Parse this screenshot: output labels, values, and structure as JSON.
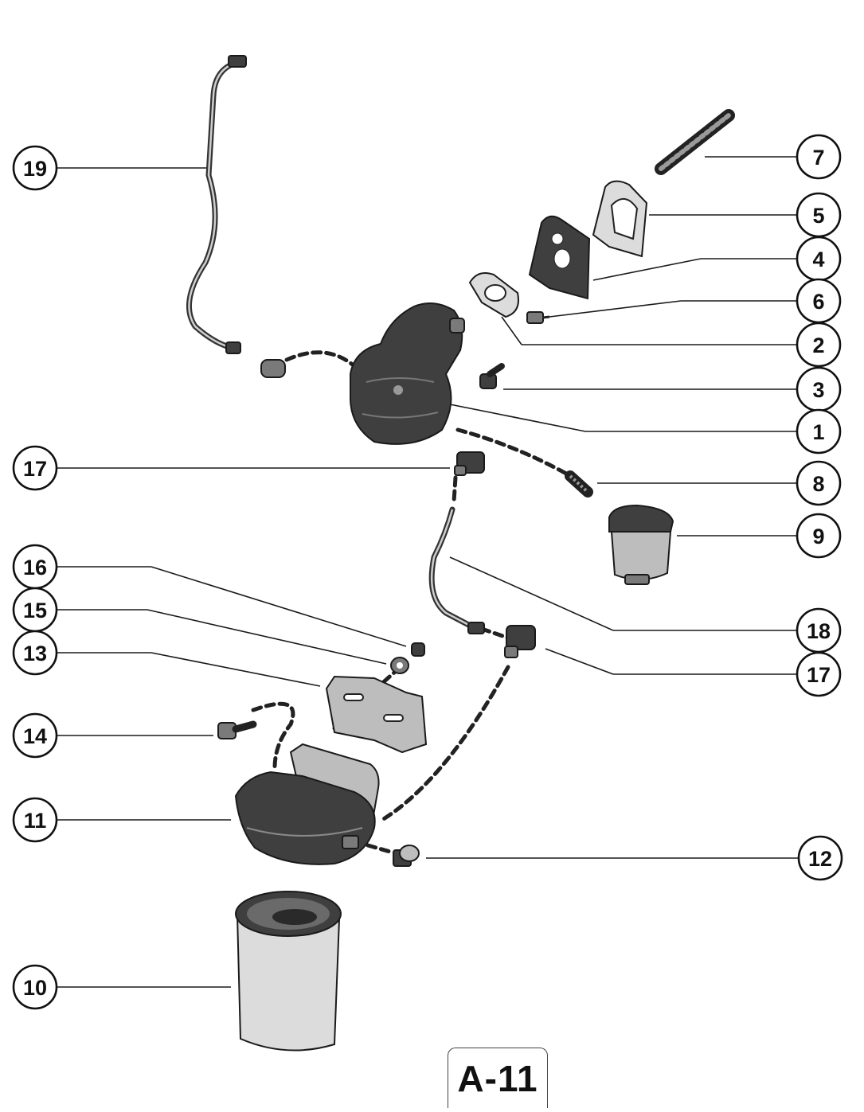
{
  "figure_label": "A-11",
  "callouts": [
    {
      "id": "c1",
      "number": "1"
    },
    {
      "id": "c2",
      "number": "2"
    },
    {
      "id": "c3",
      "number": "3"
    },
    {
      "id": "c4",
      "number": "4"
    },
    {
      "id": "c5",
      "number": "5"
    },
    {
      "id": "c6",
      "number": "6"
    },
    {
      "id": "c7",
      "number": "7"
    },
    {
      "id": "c8",
      "number": "8"
    },
    {
      "id": "c9",
      "number": "9"
    },
    {
      "id": "c10",
      "number": "10"
    },
    {
      "id": "c11",
      "number": "11"
    },
    {
      "id": "c12",
      "number": "12"
    },
    {
      "id": "c13",
      "number": "13"
    },
    {
      "id": "c14",
      "number": "14"
    },
    {
      "id": "c15",
      "number": "15"
    },
    {
      "id": "c16",
      "number": "16"
    },
    {
      "id": "c17a",
      "number": "17"
    },
    {
      "id": "c17b",
      "number": "17"
    },
    {
      "id": "c18",
      "number": "18"
    },
    {
      "id": "c19",
      "number": "19"
    }
  ]
}
